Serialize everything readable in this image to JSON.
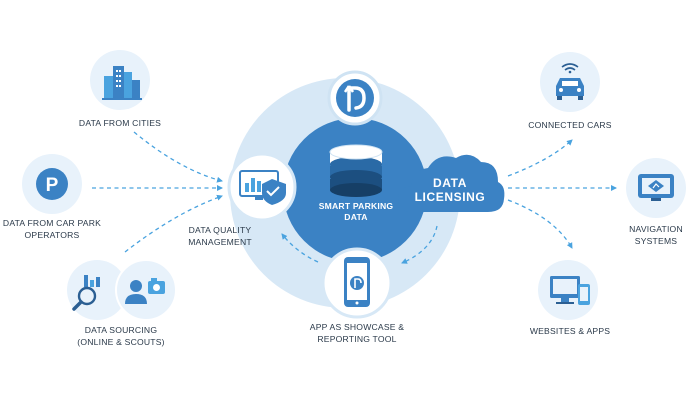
{
  "center": {
    "line1": "SMART PARKING",
    "line2": "DATA"
  },
  "cloud": {
    "line1": "DATA",
    "line2": "LICENSING"
  },
  "sources": {
    "cities": "DATA FROM CITIES",
    "operators_line1": "DATA FROM CAR PARK",
    "operators_line2": "OPERATORS",
    "sourcing_line1": "DATA SOURCING",
    "sourcing_line2": "(ONLINE & SCOUTS)"
  },
  "quality": {
    "line1": "DATA QUALITY",
    "line2": "MANAGEMENT"
  },
  "app": {
    "line1": "APP AS SHOWCASE &",
    "line2": "REPORTING TOOL"
  },
  "outputs": {
    "cars": "CONNECTED CARS",
    "nav_line1": "NAVIGATION",
    "nav_line2": "SYSTEMS",
    "web": "WEBSITES & APPS"
  },
  "colors": {
    "primary": "#3b82c4",
    "light": "#d7e8f6",
    "pale": "#e8f2fb",
    "accent": "#4aa3df",
    "dark_ink": "#2b3a4a"
  }
}
